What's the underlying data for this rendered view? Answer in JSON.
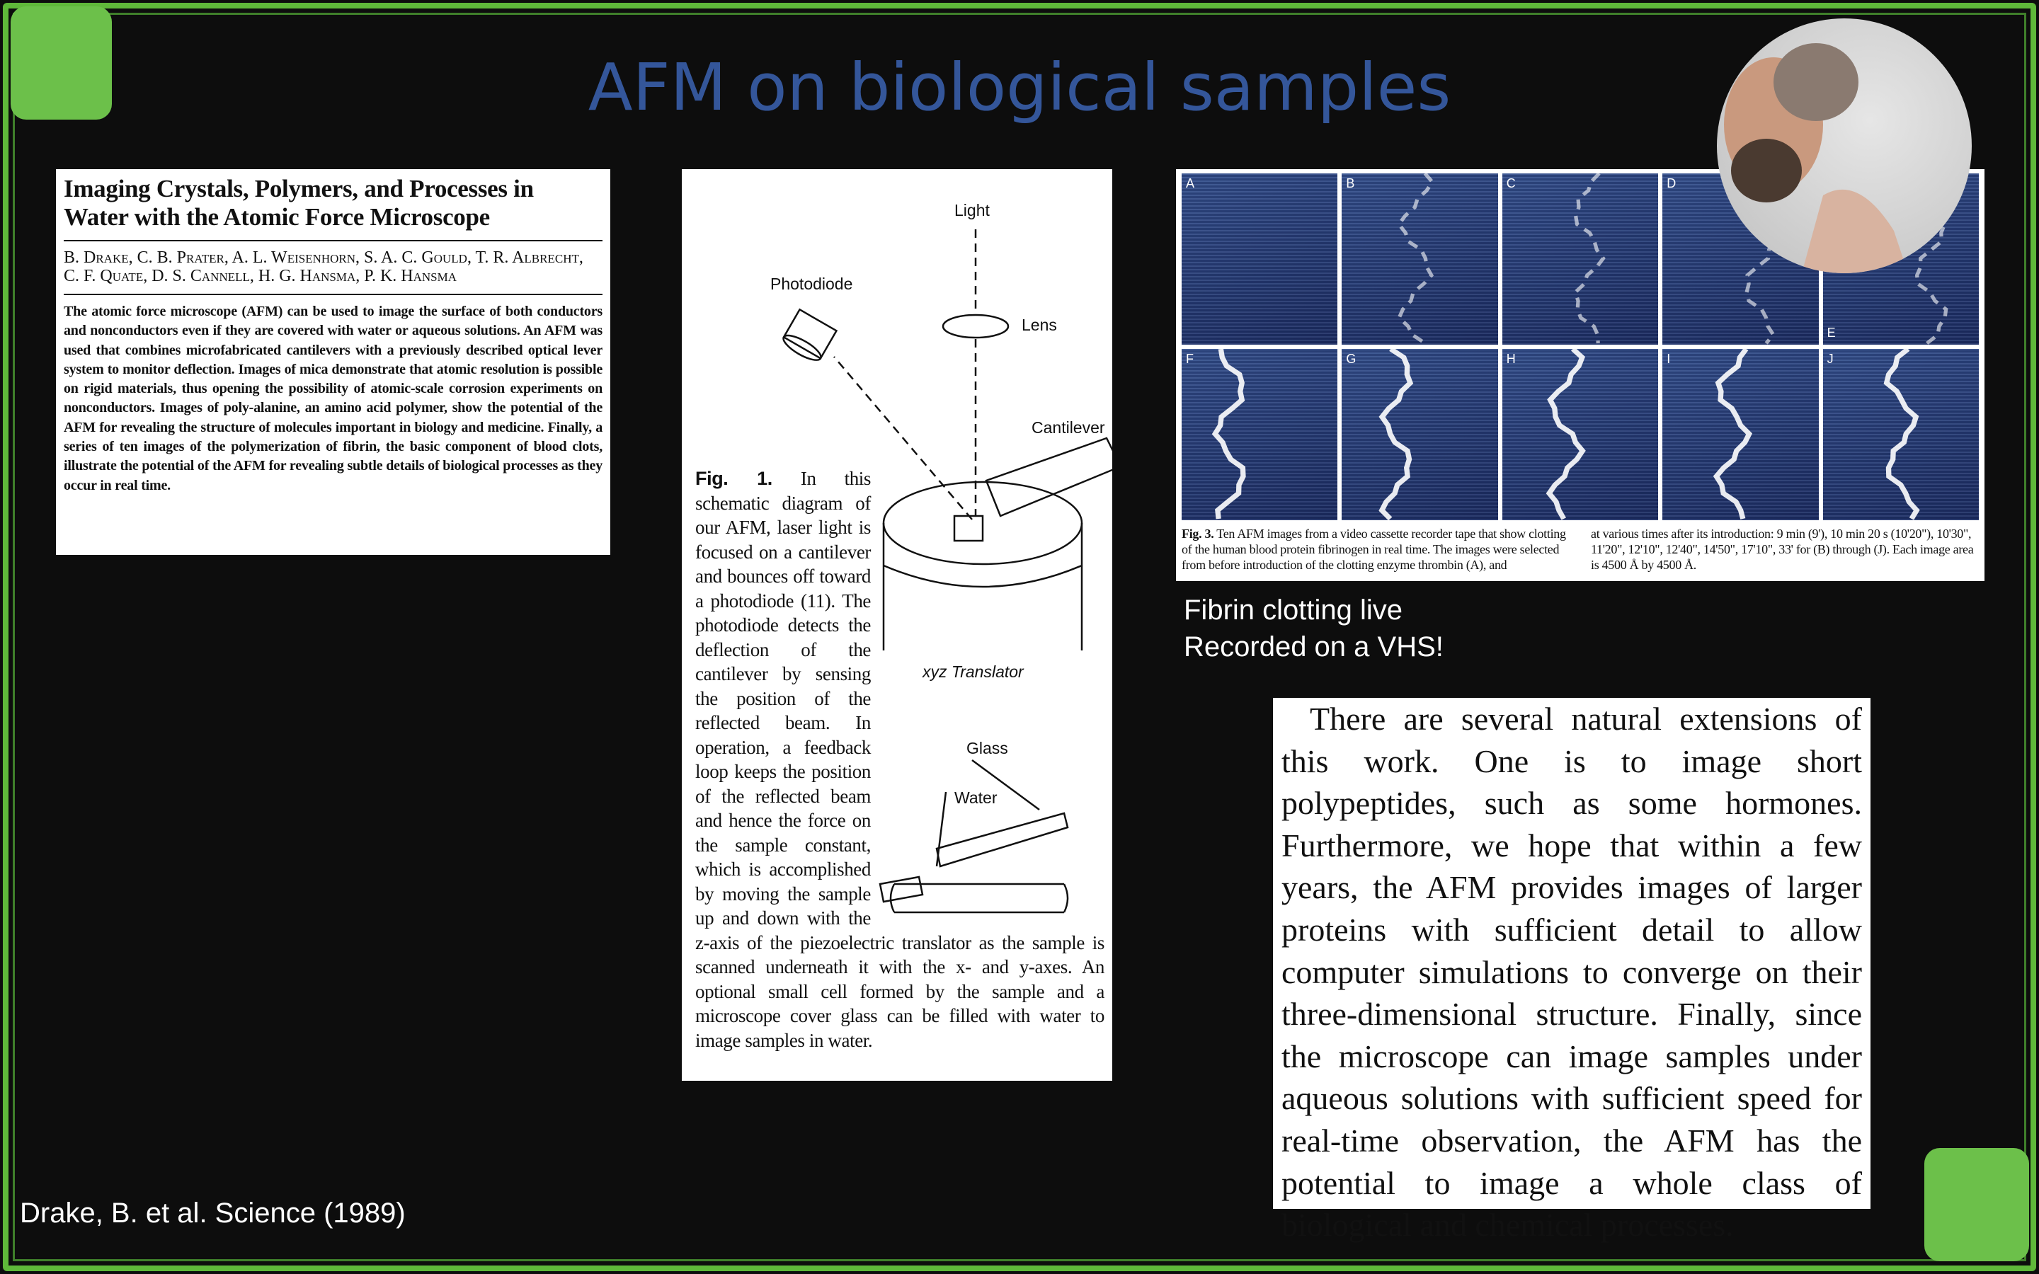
{
  "slide": {
    "title": "AFM on biological samples",
    "citation": "Drake, B. et al. Science (1989)",
    "note_line1": "Fibrin clotting live",
    "note_line2": "Recorded on a VHS!",
    "accent_color": "#5fb83a",
    "title_color": "#34569a"
  },
  "paper": {
    "title": "Imaging Crystals, Polymers, and Processes in Water with the Atomic Force Microscope",
    "authors": "B. Drake, C. B. Prater, A. L. Weisenhorn, S. A. C. Gould, T. R. Albrecht, C. F. Quate, D. S. Cannell, H. G. Hansma, P. K. Hansma",
    "abstract": "The atomic force microscope (AFM) can be used to image the surface of both conductors and nonconductors even if they are covered with water or aqueous solutions. An AFM was used that combines microfabricated cantilevers with a previously described optical lever system to monitor deflection. Images of mica demonstrate that atomic resolution is possible on rigid materials, thus opening the possibility of atomic-scale corrosion experiments on nonconductors. Images of poly-alanine, an amino acid polymer, show the potential of the AFM for revealing the structure of molecules important in biology and medicine. Finally, a series of ten images of the polymerization of fibrin, the basic component of blood clots, illustrate the potential of the AFM for revealing subtle details of biological processes as they occur in real time."
  },
  "fig1": {
    "labels": {
      "light": "Light",
      "photodiode": "Photodiode",
      "lens": "Lens",
      "cantilever": "Cantilever",
      "translator": "xyz Translator",
      "glass": "Glass",
      "water": "Water"
    },
    "caption_label": "Fig. 1.",
    "caption": "In this schematic diagram of our AFM, laser light is focused on a cantilever and bounces off toward a photodiode (11). The photodiode detects the deflection of the cantilever by sensing the position of the reflected beam. In operation, a feedback loop keeps the position of the reflected beam and hence the force on the sample constant, which is accomplished by moving the sample up and down with the z-axis of the piezoelectric translator as the sample is scanned underneath it with the x- and y-axes. An optional small cell formed by the sample and a microscope cover glass can be filled with water to image samples in water."
  },
  "fig3": {
    "panels": [
      "A",
      "B",
      "C",
      "D",
      "E",
      "F",
      "G",
      "H",
      "I",
      "J"
    ],
    "caption_label": "Fig. 3.",
    "caption_left": "Ten AFM images from a video cassette recorder tape that show clotting of the human blood protein fibrinogen in real time. The images were selected from before introduction of the clotting enzyme thrombin (A), and",
    "caption_right": "at various times after its introduction: 9 min (9'), 10 min 20 s (10'20\"), 10'30\", 11'20\", 12'10\", 12'40\", 14'50\", 17'10\", 33' for (B) through (J). Each image area is 4500 Å by 4500 Å."
  },
  "quote": "There are several natural extensions of this work. One is to image short polypeptides, such as some hormones. Furthermore, we hope that within a few years, the AFM provides images of larger proteins with sufficient detail to allow computer simulations to converge on their three-dimensional structure. Finally, since the microscope can image samples under aqueous solutions with sufficient speed for real-time observation, the AFM has the potential to image a whole class of biological and chemical processes."
}
